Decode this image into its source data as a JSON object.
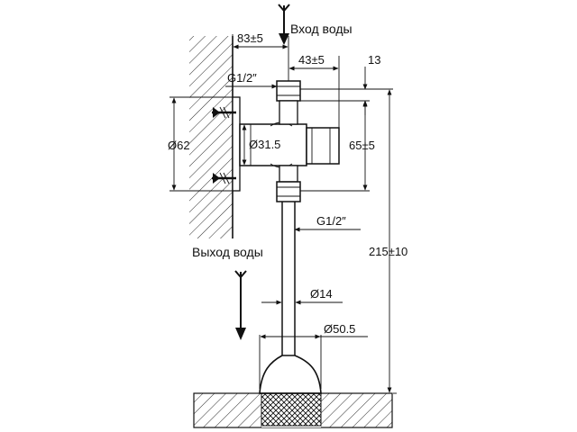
{
  "labels": {
    "inlet": "Вход воды",
    "outlet": "Выход воды"
  },
  "dimensions": {
    "wall_offset": "83±5",
    "pitch": "43±5",
    "nut_gap": "13",
    "thread_top": "G1/2″",
    "body_dia": "Ø31.5",
    "flange_dia": "Ø62",
    "body_height": "65±5",
    "thread_bottom": "G1/2″",
    "total_height": "215±10",
    "pipe_dia": "Ø14",
    "cone_dia": "Ø50.5"
  },
  "colors": {
    "line": "#111111",
    "background": "#ffffff"
  },
  "icons": {
    "inlet_arrow": "arrow-down-icon",
    "outlet_arrow": "arrow-down-icon"
  }
}
